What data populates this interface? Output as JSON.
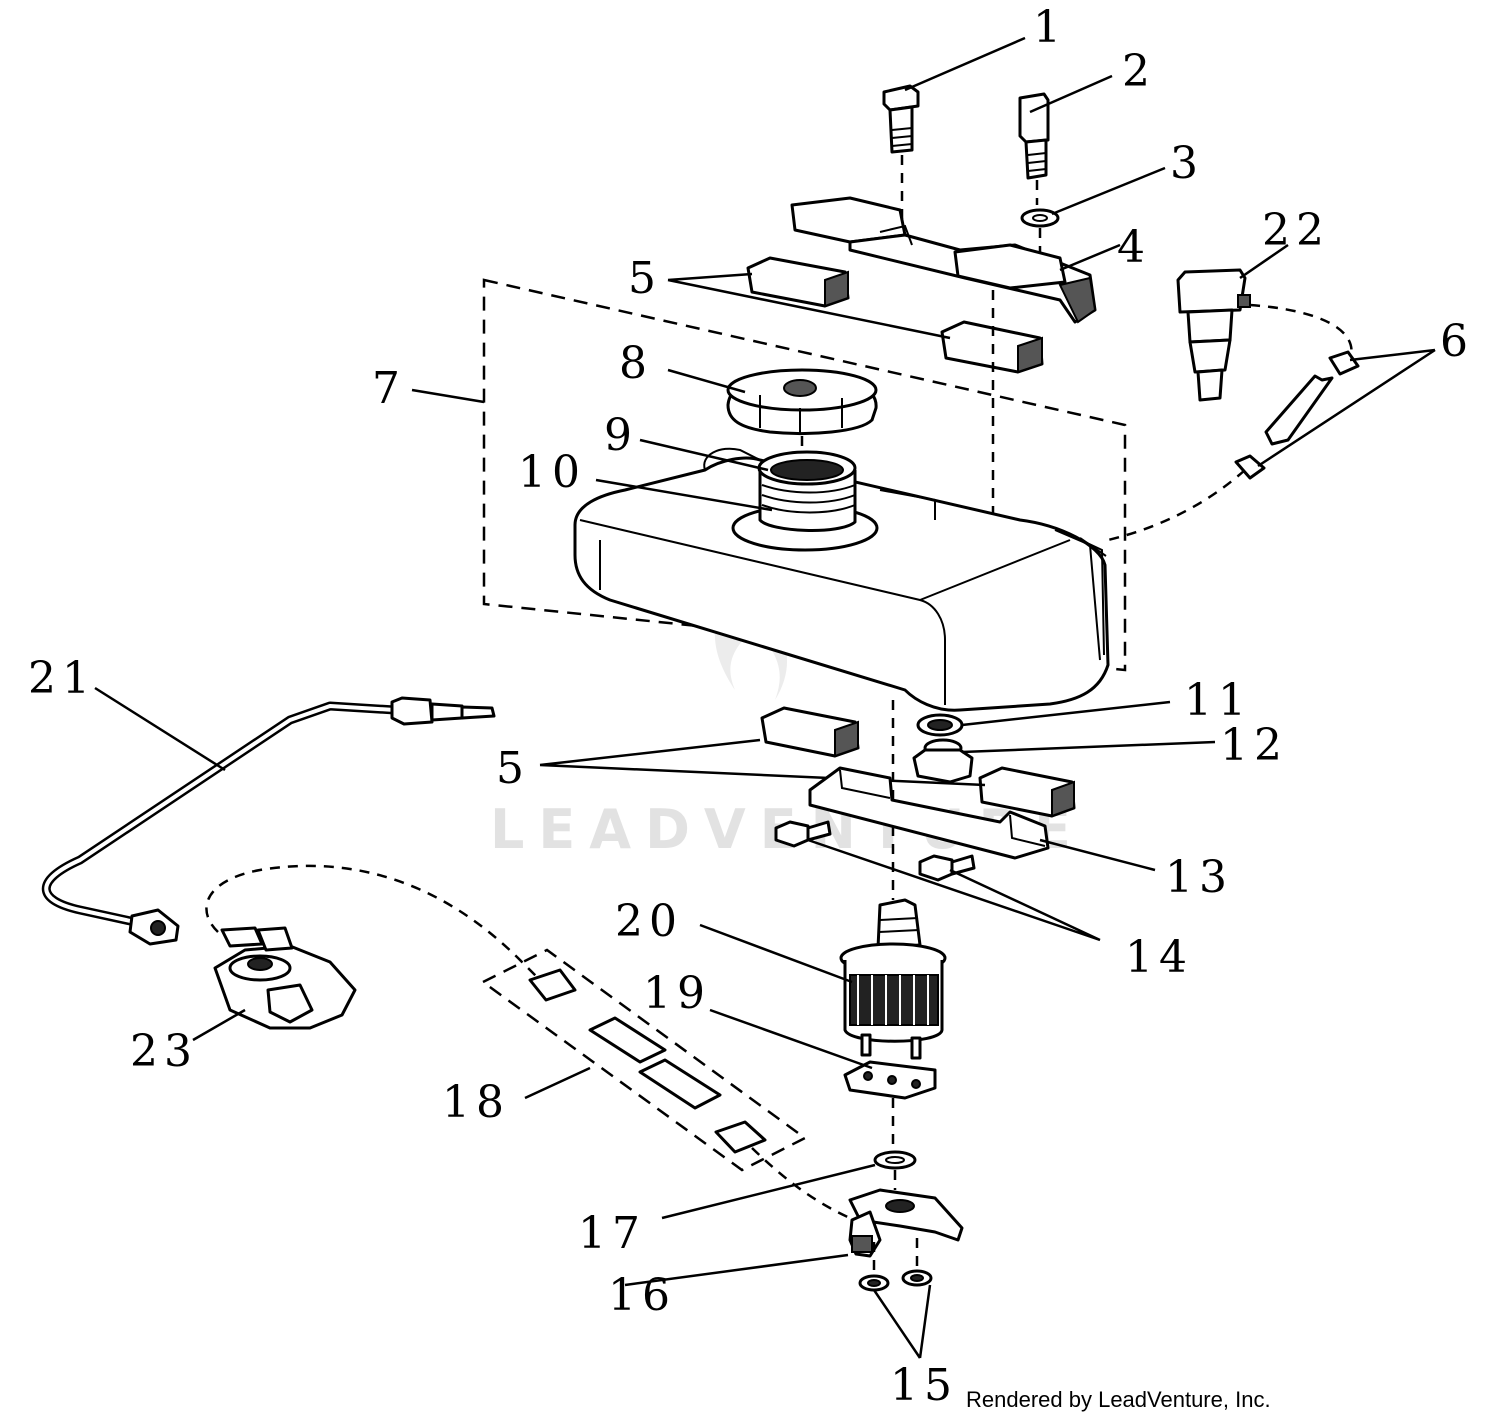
{
  "callouts": {
    "c1": "1",
    "c2": "2",
    "c3": "3",
    "c4": "4",
    "c5a": "5",
    "c5b": "5",
    "c6": "6",
    "c7": "7",
    "c8": "8",
    "c9": "9",
    "c10": "10",
    "c11": "11",
    "c12": "12",
    "c13": "13",
    "c14": "14",
    "c15": "15",
    "c16": "16",
    "c17": "17",
    "c18": "18",
    "c19": "19",
    "c20": "20",
    "c21": "21",
    "c22": "22",
    "c23": "23"
  },
  "watermark": "LEADVENTURE",
  "credit": "Rendered by LeadVenture, Inc."
}
